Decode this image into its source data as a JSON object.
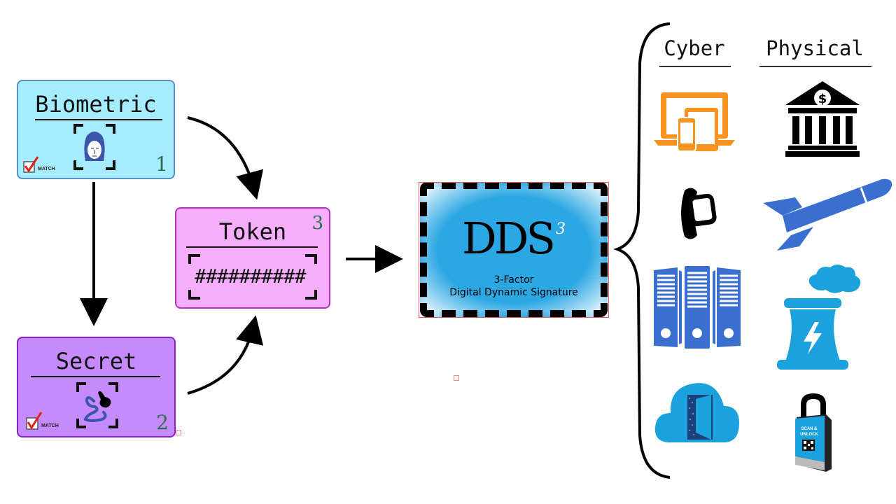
{
  "factors": [
    {
      "id": "biometric",
      "title": "Biometric",
      "number": "1",
      "match_label": "MATCH",
      "fill": "#a6ecff",
      "border": "#5a8fc7",
      "icon": "face-scan-icon"
    },
    {
      "id": "secret",
      "title": "Secret",
      "number": "2",
      "match_label": "MATCH",
      "fill": "#c58afc",
      "border": "#8a1fd0",
      "icon": "swipe-pattern-icon"
    },
    {
      "id": "token",
      "title": "Token",
      "number": "3",
      "code": "##########",
      "fill": "#f4aefb",
      "border": "#b52fc7",
      "icon": "token-code-icon"
    }
  ],
  "dds": {
    "title": "DDS",
    "superscript": "3",
    "subtitle_line1": "3-Factor",
    "subtitle_line2": "Digital Dynamic Signature",
    "fill": "#2ba7e3"
  },
  "applications": {
    "columns": [
      {
        "header": "Cyber",
        "items": [
          {
            "name": "devices",
            "icon": "multi-device-icon",
            "color": "#f7931e"
          },
          {
            "name": "smartwatch",
            "icon": "smartwatch-icon",
            "color": "#000000"
          },
          {
            "name": "servers",
            "icon": "server-rack-icon",
            "color": "#3b6fcf"
          },
          {
            "name": "cloud-access",
            "icon": "cloud-door-icon",
            "color": "#1ba1dc"
          }
        ]
      },
      {
        "header": "Physical",
        "items": [
          {
            "name": "bank",
            "icon": "bank-icon",
            "color": "#000000"
          },
          {
            "name": "missile",
            "icon": "rocket-icon",
            "color": "#3b6fcf"
          },
          {
            "name": "power-plant",
            "icon": "power-plant-icon",
            "color": "#1ba1dc"
          },
          {
            "name": "smart-lock",
            "icon": "padlock-icon",
            "color": "#1ba1dc",
            "lock_text_1": "SCAN &",
            "lock_text_2": "UNLOCK"
          }
        ]
      }
    ]
  }
}
